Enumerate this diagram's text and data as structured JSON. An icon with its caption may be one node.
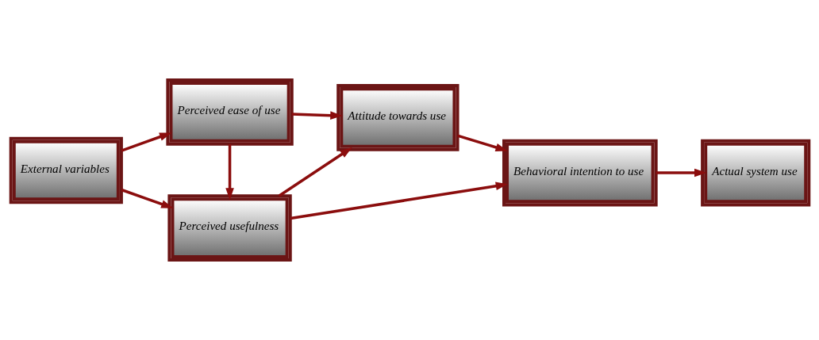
{
  "diagram": {
    "nodes": [
      {
        "text": [
          "External variables"
        ]
      },
      {
        "text": [
          "Perceived usefulness"
        ]
      },
      {
        "text": [
          "Perceived ease of use"
        ]
      },
      {
        "text": [
          "Attitude towards use"
        ]
      },
      {
        "text": [
          "Behavioral intention to use"
        ]
      },
      {
        "text": [
          "Actual system use"
        ]
      }
    ],
    "edges": [
      {
        "from": 0,
        "to": 1,
        "arrow": "to"
      },
      {
        "from": 0,
        "to": 2,
        "arrow": "to"
      },
      {
        "from": 2,
        "to": 1,
        "arrow": "to"
      },
      {
        "from": 1,
        "to": 3,
        "arrow": "to"
      },
      {
        "from": 2,
        "to": 3,
        "arrow": "to"
      },
      {
        "from": 1,
        "to": 4,
        "arrow": "to"
      },
      {
        "from": 3,
        "to": 4,
        "arrow": "to"
      },
      {
        "from": 4,
        "to": 5,
        "arrow": "to"
      }
    ]
  }
}
